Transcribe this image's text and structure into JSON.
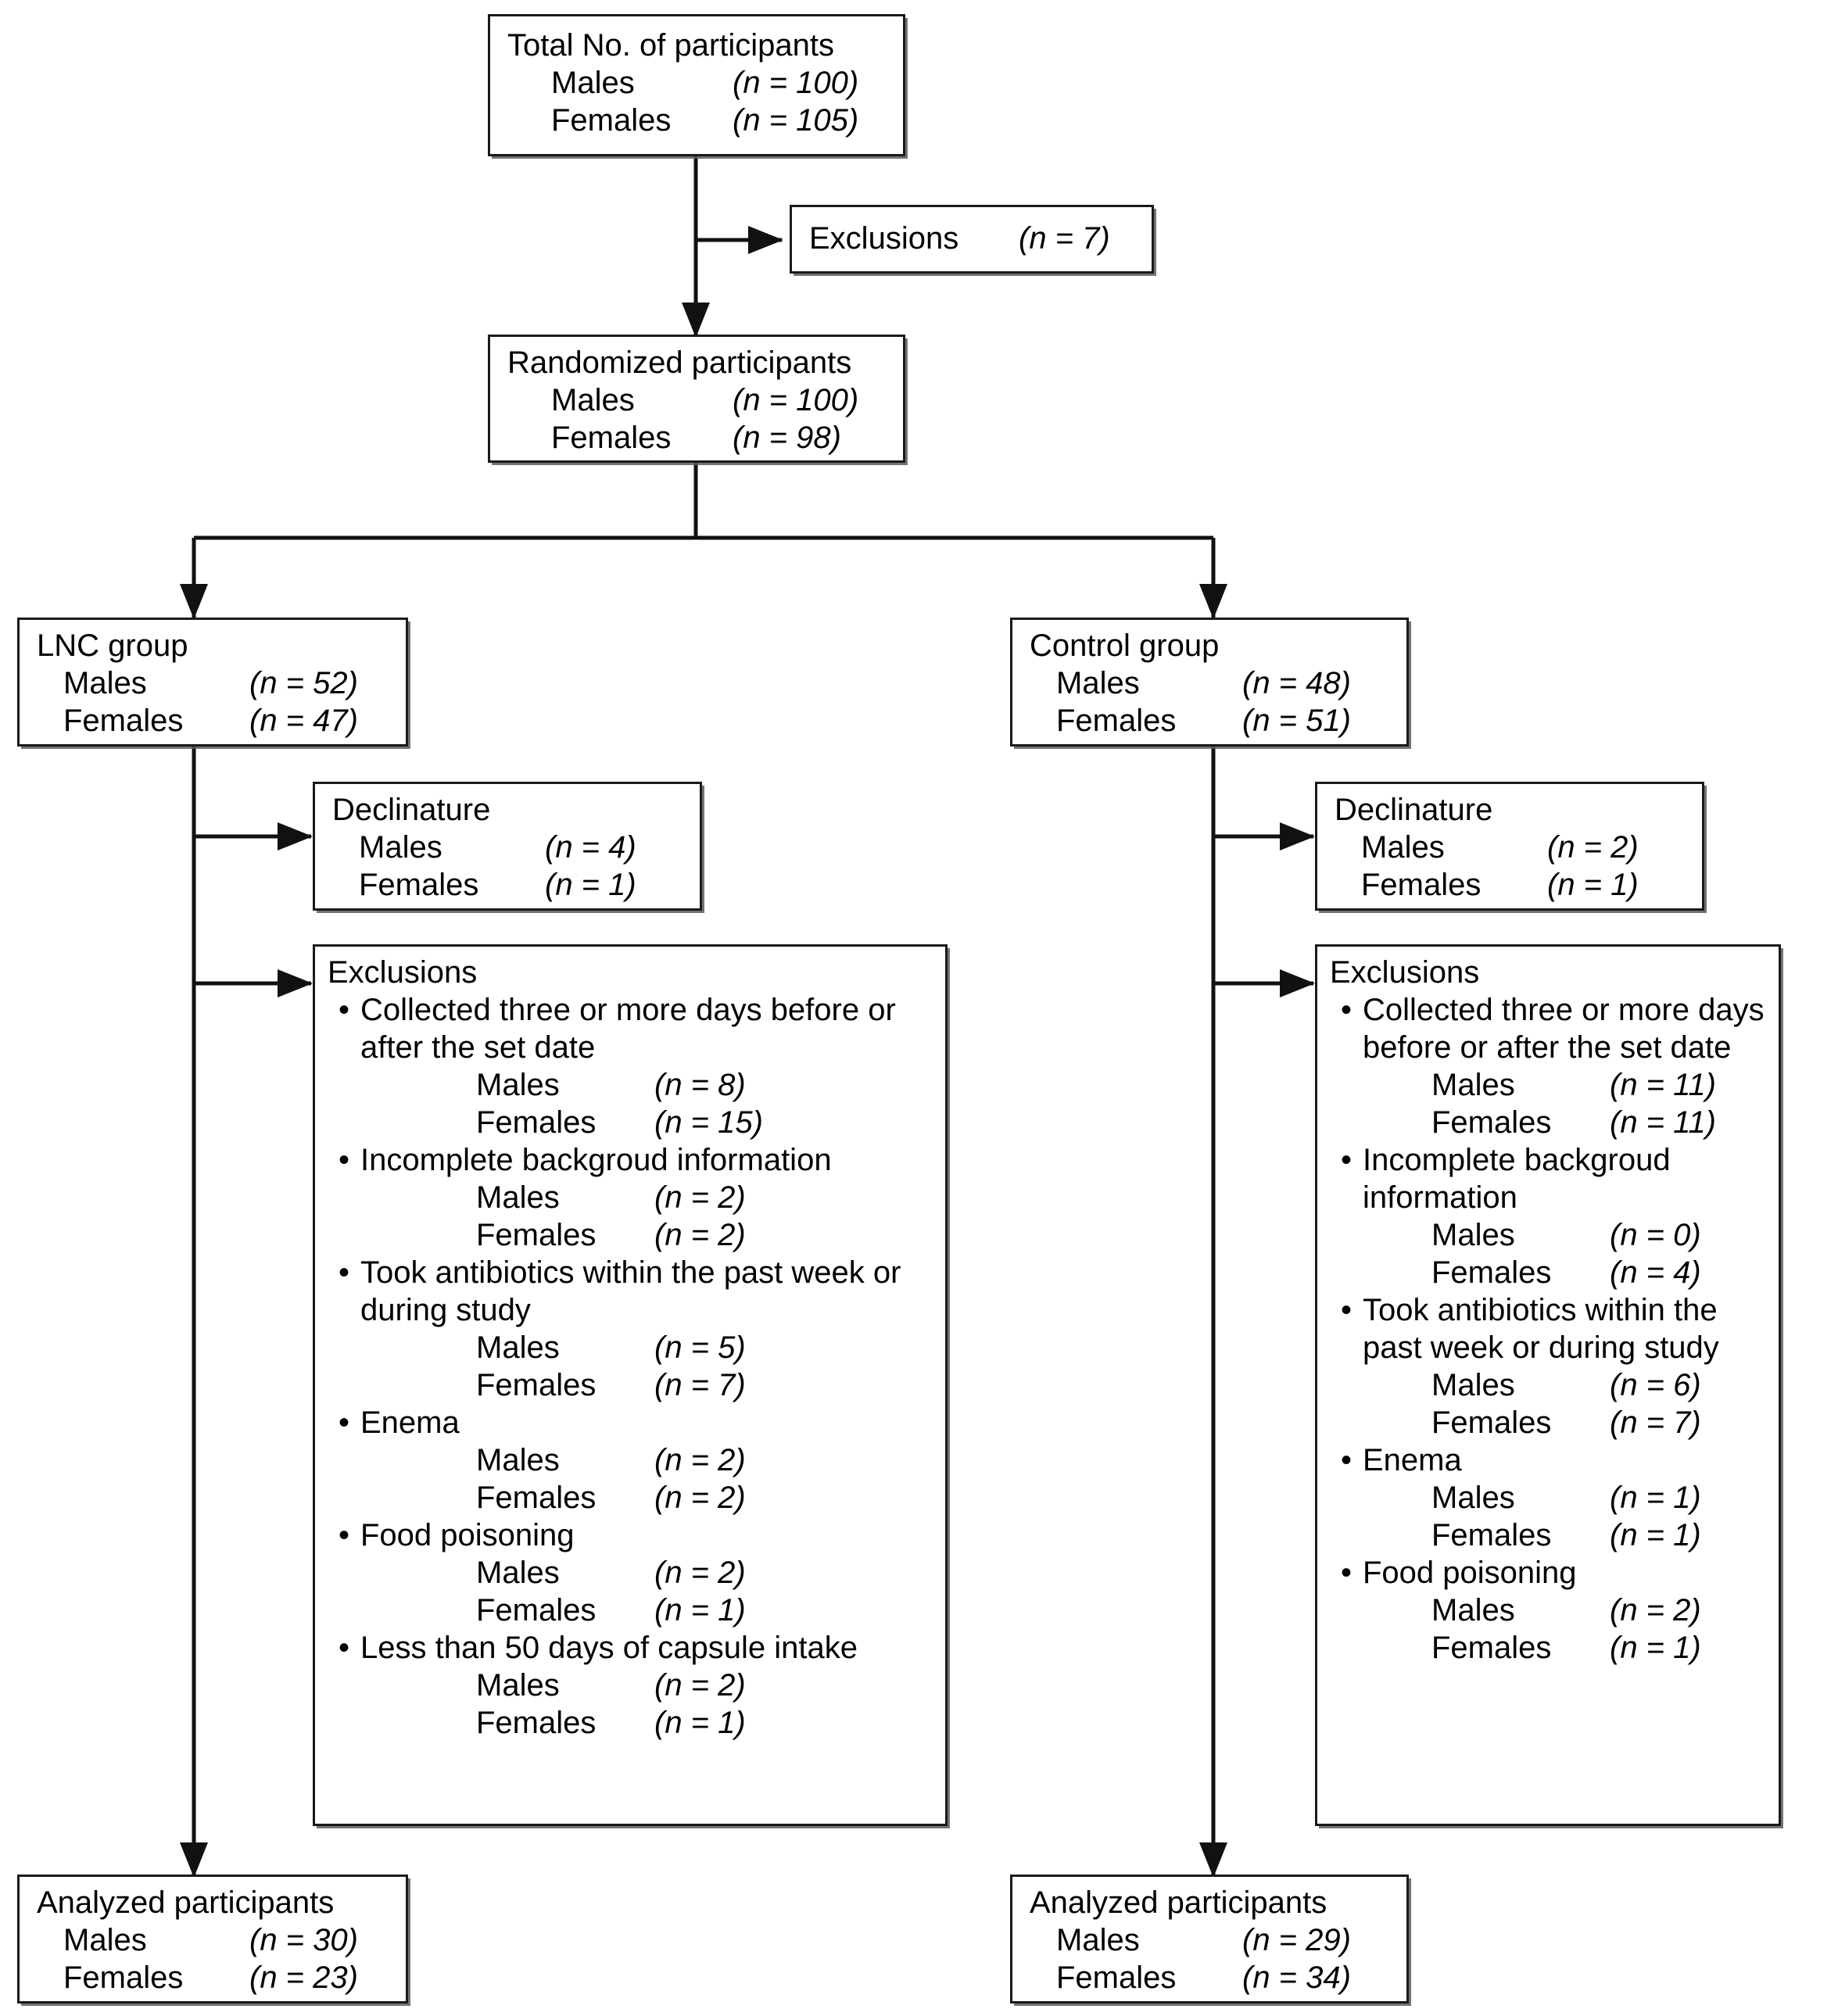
{
  "figure": {
    "type": "consort-flow-diagram",
    "male_label": "Males",
    "female_label": "Females"
  },
  "nodes": {
    "total": {
      "title": "Total No. of participants",
      "males": "(n = 100)",
      "females": "(n = 105)"
    },
    "top_exclusions": {
      "title": "Exclusions",
      "count": "(n = 7)"
    },
    "randomized": {
      "title": "Randomized participants",
      "males": "(n = 100)",
      "females": "(n = 98)"
    },
    "lnc_group": {
      "title": "LNC group",
      "males": "(n = 52)",
      "females": "(n = 47)"
    },
    "control_group": {
      "title": "Control group",
      "males": "(n = 48)",
      "females": "(n = 51)"
    },
    "lnc_declinature": {
      "title": "Declinature",
      "males": "(n = 4)",
      "females": "(n = 1)"
    },
    "control_declinature": {
      "title": "Declinature",
      "males": "(n = 2)",
      "females": "(n = 1)"
    },
    "lnc_exclusions": {
      "title": "Exclusions",
      "items": [
        {
          "reason": "Collected three or more days before or after the set date",
          "males": "(n = 8)",
          "females": "(n = 15)"
        },
        {
          "reason": "Incomplete  backgroud information",
          "males": "(n = 2)",
          "females": "(n = 2)"
        },
        {
          "reason": "Took antibiotics within the past week or during study",
          "males": "(n = 5)",
          "females": "(n = 7)"
        },
        {
          "reason": "Enema",
          "males": "(n = 2)",
          "females": "(n = 2)"
        },
        {
          "reason": "Food poisoning",
          "males": "(n = 2)",
          "females": "(n = 1)"
        },
        {
          "reason": "Less than  50 days of capsule intake",
          "males": "(n = 2)",
          "females": "(n = 1)"
        }
      ]
    },
    "control_exclusions": {
      "title": "Exclusions",
      "items": [
        {
          "reason": "Collected three or more days before or after the set date",
          "males": "(n = 11)",
          "females": "(n = 11)"
        },
        {
          "reason": "Incomplete  backgroud information",
          "males": "(n = 0)",
          "females": "(n = 4)"
        },
        {
          "reason": "Took antibiotics within the past week or during study",
          "males": "(n = 6)",
          "females": "(n = 7)"
        },
        {
          "reason": "Enema",
          "males": "(n = 1)",
          "females": "(n = 1)"
        },
        {
          "reason": "Food poisoning",
          "males": "(n = 2)",
          "females": "(n = 1)"
        }
      ]
    },
    "lnc_analyzed": {
      "title": "Analyzed participants",
      "males": "(n = 30)",
      "females": "(n = 23)"
    },
    "control_analyzed": {
      "title": "Analyzed participants",
      "males": "(n = 29)",
      "females": "(n = 34)"
    }
  },
  "colors": {
    "stroke": "#1a1a1a",
    "shadow": "#5a5a5a",
    "background": "#ffffff"
  }
}
